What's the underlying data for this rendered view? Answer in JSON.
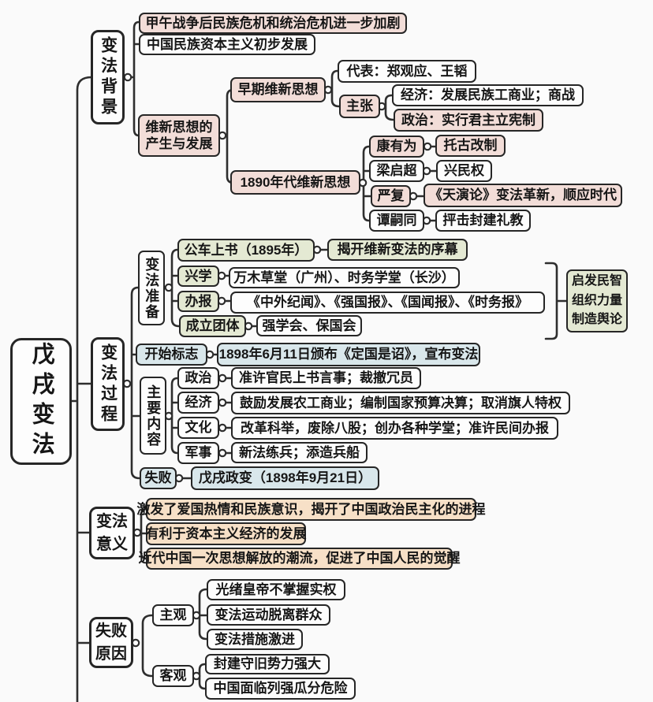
{
  "colors": {
    "node_pink": "#f2ddd8",
    "node_green": "#e4e9d3",
    "node_blue": "#d9e7eb",
    "node_peach": "#f7e0c7",
    "outline": "#262626"
  },
  "root": {
    "label": "戊戌变法"
  },
  "background": {
    "label": "变法背景",
    "crisis": "甲午战争后民族危机和统治危机进一步加剧",
    "capitalism": "中国民族资本主义初步发展",
    "thought": {
      "label": "维新思想的产生与发展",
      "early": {
        "label": "早期维新思想",
        "representatives": "代表：郑观应、王韬",
        "claims": {
          "label": "主张",
          "economy": "经济：发展民族工商业；商战",
          "politics": "政治：实行君主立宪制"
        }
      },
      "nineties": {
        "label": "1890年代维新思想",
        "kang": {
          "name": "康有为",
          "idea": "托古改制"
        },
        "liang": {
          "name": "梁启超",
          "idea": "兴民权"
        },
        "yan": {
          "name": "严复",
          "idea": "《天演论》变法革新，顺应时代"
        },
        "tan": {
          "name": "谭嗣同",
          "idea": "抨击封建礼教"
        }
      }
    }
  },
  "process": {
    "label": "变法过程",
    "preparation": {
      "label": "变法准备",
      "petition": {
        "name": "公车上书（1895年）",
        "result": "揭开维新变法的序幕"
      },
      "school": {
        "name": "兴学",
        "detail": "万木草堂（广州）、时务学堂（长沙）"
      },
      "press": {
        "name": "办报",
        "detail": "《中外纪闻》、《强国报》、《国闻报》、《时务报》"
      },
      "society": {
        "name": "成立团体",
        "detail": "强学会、保国会"
      },
      "effect": "启发民智\n组织力量\n制造舆论"
    },
    "start": {
      "label": "开始标志",
      "detail": "1898年6月11日颁布《定国是诏》，宣布变法"
    },
    "content": {
      "label": "主要内容",
      "politics": {
        "name": "政治",
        "detail": "准许官民上书言事；裁撤冗员"
      },
      "economy": {
        "name": "经济",
        "detail": "鼓励发展农工商业；编制国家预算决算；取消旗人特权"
      },
      "culture": {
        "name": "文化",
        "detail": "改革科举，废除八股；创办各种学堂；准许民间办报"
      },
      "military": {
        "name": "军事",
        "detail": "新法练兵；添造兵船"
      }
    },
    "failure": {
      "label": "失败",
      "detail": "戊戌政变（1898年9月21日）"
    }
  },
  "significance": {
    "label": "变法意义",
    "items": [
      "激发了爱国热情和民族意识，揭开了中国政治民主化的进程",
      "有利于资本主义经济的发展",
      "近代中国一次思想解放的潮流，促进了中国人民的觉醒"
    ]
  },
  "failure_reasons": {
    "label": "失败原因",
    "subjective": {
      "label": "主观",
      "items": [
        "光绪皇帝不掌握实权",
        "变法运动脱离群众",
        "变法措施激进"
      ]
    },
    "objective": {
      "label": "客观",
      "items": [
        "封建守旧势力强大",
        "中国面临列强瓜分危险"
      ]
    }
  }
}
